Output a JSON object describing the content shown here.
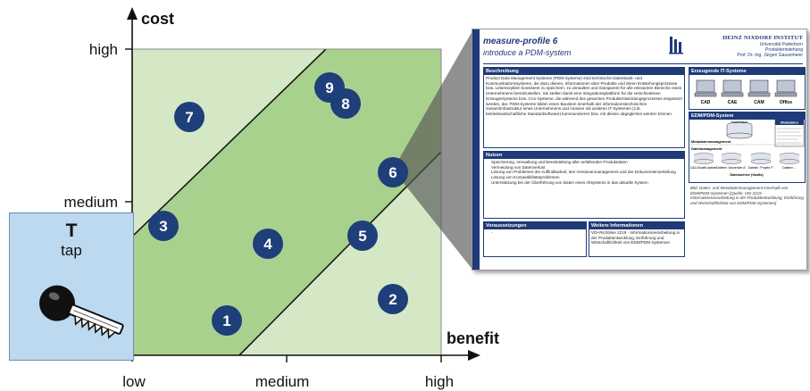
{
  "diagram": {
    "y_axis": {
      "title": "cost",
      "ticks": [
        "high",
        "medium"
      ]
    },
    "x_axis": {
      "title": "benefit",
      "ticks": [
        "low",
        "medium",
        "high"
      ]
    },
    "colors": {
      "light_zone": "#d5e8c5",
      "dark_zone": "#a9d18e",
      "badge": "#1f3f7a",
      "tool_card": "#bcd9ef"
    },
    "badges": [
      "1",
      "2",
      "3",
      "4",
      "5",
      "6",
      "7",
      "8",
      "9"
    ]
  },
  "tool": {
    "letter": "T",
    "name": "tap",
    "icon": "key-icon"
  },
  "profile": {
    "title": "measure-profile 6",
    "subtitle": "introduce a PDM-system",
    "logo": {
      "name": "HEINZ NIXDORF INSTITUT",
      "line2": "Universität Paderborn",
      "line3": "Produktentstehung",
      "line4": "Prof. Dr.-Ing. Jürgen Gausemeier"
    },
    "sections": {
      "beschreibung": {
        "head": "Beschreibung",
        "body": "Product Data Management Systeme (PDM-Systeme) sind technische Datenbank- und Kommunikationssysteme, die dazu dienen, Informationen über Produkte und deren Entstehungsprozesse bzw. Lebenszyklen konsistent zu speichern, zu verwalten und transparent für alle relevanten Bereiche eines Unternehmens bereitzustellen. Sie stellen damit eine Integrationsplattform für die verschiedenen Erzeugersysteme bzw. CAx-Systeme, die während des gesamten Produktentwicklungsprozesses eingesetzt werden, dar. PDM-Systeme bilden einen Baustein innerhalb der informationstechnischen Gesamtinfrastruktur eines Unternehmens und müssen mit anderen IT-Systemen (z.B. betriebswirtschaftliche Standardsoftware) kommunizieren bzw. mit diesen abgeglichen werden können."
      },
      "nutzen": {
        "head": "Nutzen",
        "items": [
          "Speicherung, Verwaltung und Bereitstellung aller anfallenden Produktdaten",
          "Vermeidung von Datenverlust",
          "Lösung von Problemen der Auffindbarkeit, des Versionenmanagement und der Dokumentenverteilung",
          "Lösung von Kompatibilitätsproblemen",
          "Unterstützung bei der Überführung von Daten eines Altsystems in das aktuelle System"
        ]
      },
      "voraussetzungen": {
        "head": "Voraussetzungen",
        "items": [
          "-"
        ]
      },
      "weitere": {
        "head": "Weitere Informationen",
        "body": "VDI-Richtlinie 2219 - Informationsverarbeitung in der Produktentwicklung, Einführung und Wirtschaftlichkeit von EDM/PDM-Systemen"
      },
      "it": {
        "head": "Erzeugende IT-Systeme",
        "labels": [
          "CAD",
          "CAE",
          "CAM",
          "Office"
        ]
      },
      "edm": {
        "head": "EDM/PDM-System",
        "meta_head": "Metadaten",
        "mgmt1": "Metadatenmanagement",
        "mgmt2": "Dateimanagement",
        "db": "Datenbank",
        "files": [
          "CAD-Modell-dateien",
          "Dateien \"Anwender A\"",
          "Dateien \"Projekt Y\"",
          "Dateien ..."
        ],
        "archive": "Dateiarchive (Vaults)"
      },
      "caption": "Bild: Daten- und Metadatenmanagement innerhalb von EDM/PDM-Systemen [Quelle: VDI 2219 - Informationsverarbeitung in der Produktentwicklung, Einführung und Wirtschaftlichkeit von EDM/PDM-Systemen]"
    }
  }
}
